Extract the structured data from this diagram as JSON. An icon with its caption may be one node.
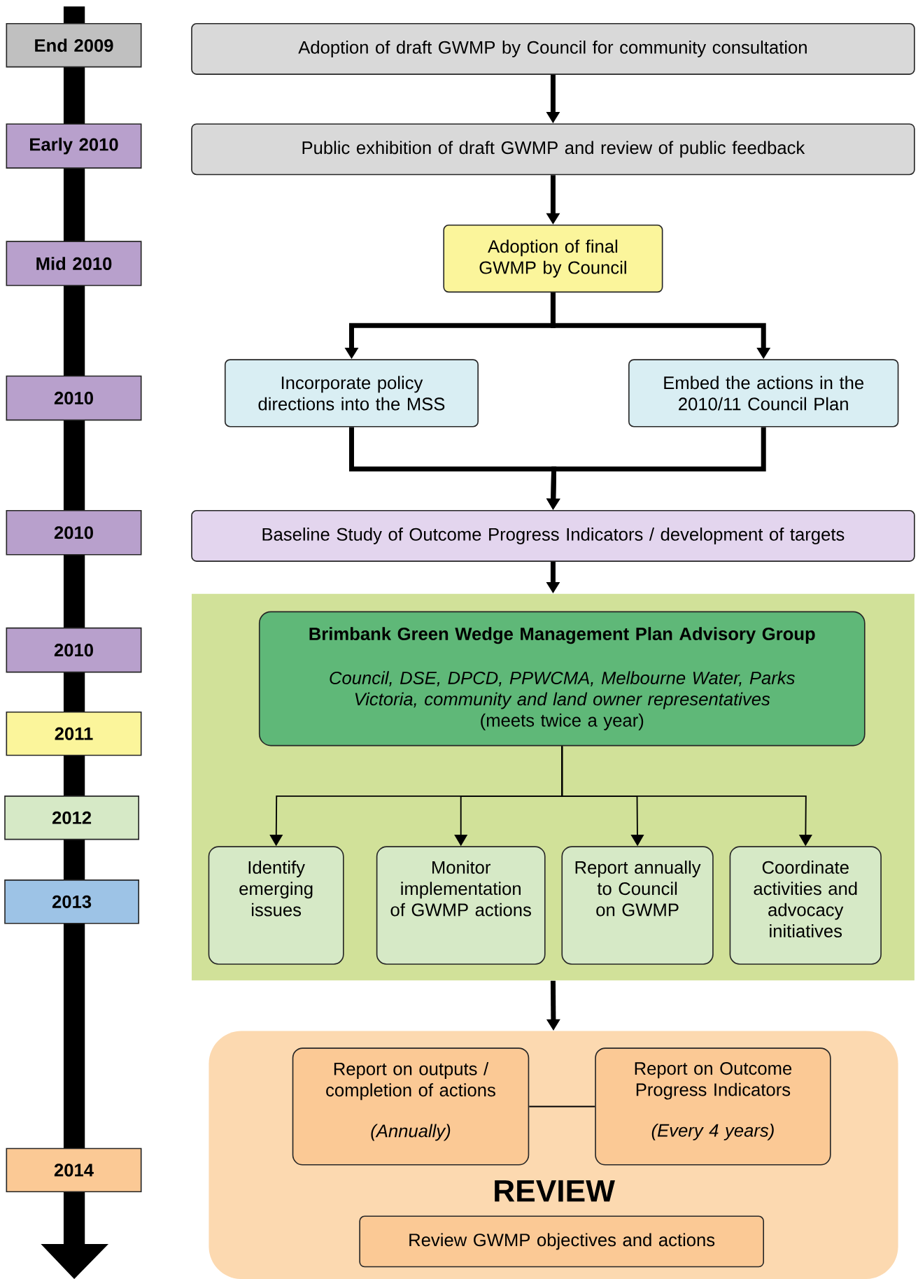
{
  "diagram": {
    "nodes": [
      {
        "text": [
          "End 2009"
        ]
      },
      {
        "text": [
          "Early 2010"
        ]
      },
      {
        "text": [
          "Mid 2010"
        ]
      },
      {
        "text": [
          "2010"
        ]
      },
      {
        "text": [
          "2010"
        ]
      },
      {
        "text": [
          "2010"
        ]
      },
      {
        "text": [
          "2011"
        ]
      },
      {
        "text": [
          "2012"
        ]
      },
      {
        "text": [
          "2013"
        ]
      },
      {
        "text": [
          "2014"
        ]
      },
      {
        "text": [
          "Adoption of draft GWMP by Council for community consultation"
        ]
      },
      {
        "text": [
          "Public exhibition of draft GWMP and review of public feedback"
        ]
      },
      {
        "text": [
          "Adoption of final GWMP by Council"
        ]
      },
      {
        "text": [
          "Incorporate policy directions into the MSS"
        ]
      },
      {
        "text": [
          "Embed the actions in the 2010/11 Council Plan"
        ]
      },
      {
        "text": [
          "Baseline Study of Outcome Progress Indicators / development of targets"
        ]
      },
      {
        "text": [],
        "shape": "box"
      },
      {
        "text": [
          "Brimbank Green Wedge Management Plan Advisory Group",
          "Council, DSE, DPCD, PPWCMA, Melbourne Water, Parks Victoria, community and land owner representatives",
          "(meets twice a year)"
        ],
        "in": 16
      },
      {
        "text": [
          "Identify emerging issues"
        ],
        "in": 16
      },
      {
        "text": [
          "Monitor implementation of GWMP actions"
        ],
        "in": 16
      },
      {
        "text": [
          "Report annually to Council on GWMP"
        ],
        "in": 16
      },
      {
        "text": [
          "Coordinate activities and advocacy initiatives"
        ],
        "in": 16
      },
      {
        "text": [
          "REVIEW"
        ]
      },
      {
        "text": [
          "Report on outputs / completion of actions",
          "(Annually)"
        ],
        "in": 22
      },
      {
        "text": [
          "Report on Outcome Progress Indicators",
          "(Every 4 years)"
        ],
        "in": 22
      },
      {
        "text": [
          "Review GWMP objectives and actions"
        ],
        "in": 22
      }
    ],
    "edges": [
      {
        "from": 10,
        "to": 11,
        "arrow": "to"
      },
      {
        "from": 11,
        "to": 12,
        "arrow": "to"
      },
      {
        "from": 12,
        "to": 13,
        "arrow": "to"
      },
      {
        "from": 12,
        "to": 14,
        "arrow": "to"
      },
      {
        "from": 13,
        "to": 15,
        "arrow": "to"
      },
      {
        "from": 14,
        "to": 15,
        "arrow": "to"
      },
      {
        "from": 15,
        "to": 16,
        "arrow": "to"
      },
      {
        "from": 17,
        "to": 18,
        "arrow": "to"
      },
      {
        "from": 17,
        "to": 19,
        "arrow": "to"
      },
      {
        "from": 17,
        "to": 20,
        "arrow": "to"
      },
      {
        "from": 17,
        "to": 21,
        "arrow": "to"
      },
      {
        "from": 16,
        "to": 22,
        "arrow": "to"
      },
      {
        "from": 23,
        "to": 24,
        "arrow": "none"
      }
    ]
  }
}
